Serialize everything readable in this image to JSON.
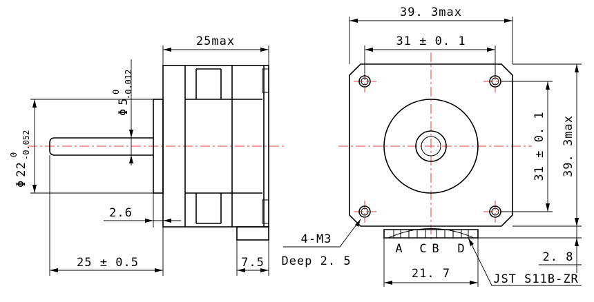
{
  "side_view": {
    "body_length": "25max",
    "shaft_diameter": {
      "symbol": "Φ",
      "value": "5",
      "upper": "0",
      "lower": "-0.012"
    },
    "boss_diameter": {
      "symbol": "Φ",
      "value": "22",
      "upper": "0",
      "lower": "-0.052"
    },
    "boss_height": "2.6",
    "shaft_length": "25 ± 0.5",
    "connector_depth": "7.5"
  },
  "front_view": {
    "outer_width": "39. 3max",
    "hole_spacing_h": "31 ± 0. 1",
    "hole_spacing_v": "31 ± 0. 1",
    "outer_height": "39. 3max",
    "mount_holes_1": "4-M3",
    "mount_holes_2": "Deep 2. 5",
    "connector_width": "21. 7",
    "connector_offset": "2. 8",
    "connector_type": "JST S11B-ZR",
    "pins": [
      "A",
      "C",
      "B",
      "D"
    ]
  }
}
